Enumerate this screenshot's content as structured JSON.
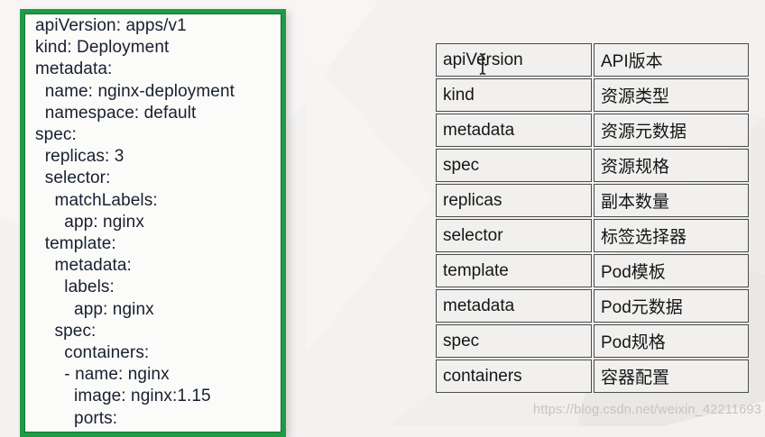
{
  "yaml_panel": {
    "border_color": "#1f9b45",
    "lines": [
      "apiVersion: apps/v1",
      "kind: Deployment",
      "metadata:",
      "  name: nginx-deployment",
      "  namespace: default",
      "spec:",
      "  replicas: 3",
      "  selector:",
      "    matchLabels:",
      "      app: nginx",
      "  template:",
      "    metadata:",
      "      labels:",
      "        app: nginx",
      "    spec:",
      "      containers:",
      "      - name: nginx",
      "        image: nginx:1.15",
      "        ports:"
    ]
  },
  "field_table": {
    "rows": [
      {
        "field": "apiVersion",
        "description": "API版本"
      },
      {
        "field": "kind",
        "description": "资源类型"
      },
      {
        "field": "metadata",
        "description": "资源元数据"
      },
      {
        "field": "spec",
        "description": "资源规格"
      },
      {
        "field": "replicas",
        "description": "副本数量"
      },
      {
        "field": "selector",
        "description": "标签选择器"
      },
      {
        "field": "template",
        "description": "Pod模板"
      },
      {
        "field": "metadata2",
        "description": "Pod元数据"
      },
      {
        "field": "spec2",
        "description": "Pod规格"
      },
      {
        "field": "containers",
        "description": "容器配置"
      }
    ],
    "display_fields": [
      "apiVersion",
      "kind",
      "metadata",
      "spec",
      "replicas",
      "selector",
      "template",
      "metadata",
      "spec",
      "containers"
    ]
  },
  "watermark": {
    "text": "https://blog.csdn.net/weixin_42211693"
  },
  "colors": {
    "page_background": "#f3f2f1",
    "panel_background": "#fbfbfa",
    "green_border": "#1f9b45",
    "table_cell_background": "#f1f0ee",
    "table_border": "#4a4a4a",
    "code_text": "#18202f",
    "watermark_text": "#c7c4c1"
  }
}
